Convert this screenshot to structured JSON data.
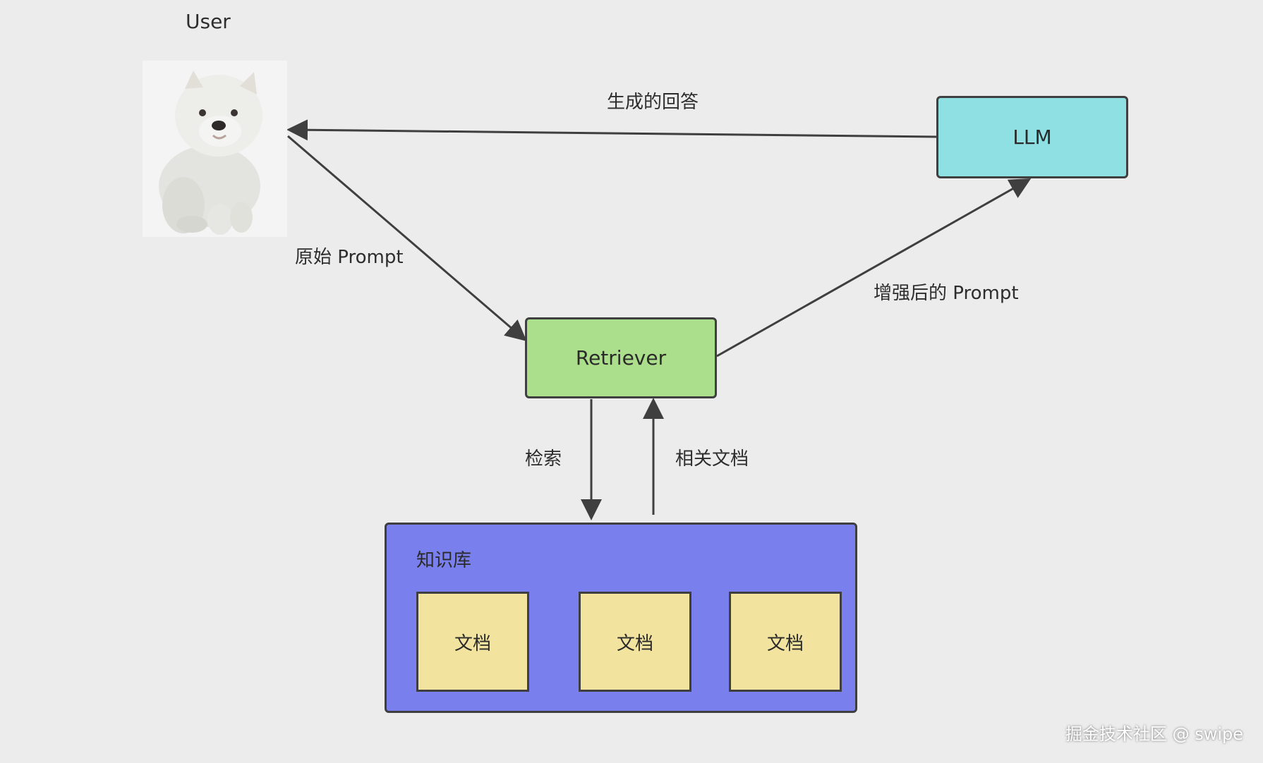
{
  "user": {
    "label": "User",
    "avatar_icon": "puppy-photo"
  },
  "nodes": {
    "llm": "LLM",
    "retriever": "Retriever"
  },
  "knowledge_base": {
    "title": "知识库",
    "documents": [
      "文档",
      "文档",
      "文档"
    ]
  },
  "edges": {
    "original_prompt": "原始 Prompt",
    "augmented_prompt": "增强后的 Prompt",
    "generated_answer": "生成的回答",
    "search": "检索",
    "related_docs": "相关文档"
  },
  "colors": {
    "background": "#ececec",
    "llm": "#8fe0e3",
    "retriever": "#acdf8b",
    "knowledge_base": "#7a7fee",
    "document": "#f2e49f",
    "stroke": "#3f3f3f"
  },
  "watermark": "掘金技术社区 @ swipe"
}
